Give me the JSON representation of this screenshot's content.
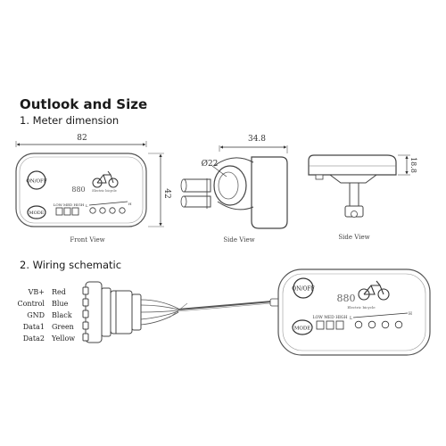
{
  "heading": "Outlook and Size",
  "section1": "1. Meter dimension",
  "section2": "2. Wiring schematic",
  "dimensions": {
    "front_width": "82",
    "front_height": "42",
    "side_width": "34.8",
    "side_diameter": "Ø22",
    "side2_height": "18.8"
  },
  "view_labels": {
    "front": "Front View",
    "side": "Side View",
    "side2": "Side View"
  },
  "display": {
    "power_button": "ON/OFF",
    "mode_button": "MODE",
    "speed_digits": "880",
    "brand_text": "Electric bicycle",
    "level_labels": "LOW MED HIGH",
    "battery_l": "L",
    "battery_h": "H"
  },
  "wires": [
    {
      "signal": "VB+",
      "color": "Red"
    },
    {
      "signal": "Control",
      "color": "Blue"
    },
    {
      "signal": "GND",
      "color": "Black"
    },
    {
      "signal": "Data1",
      "color": "Green"
    },
    {
      "signal": "Data2",
      "color": "Yellow"
    }
  ]
}
